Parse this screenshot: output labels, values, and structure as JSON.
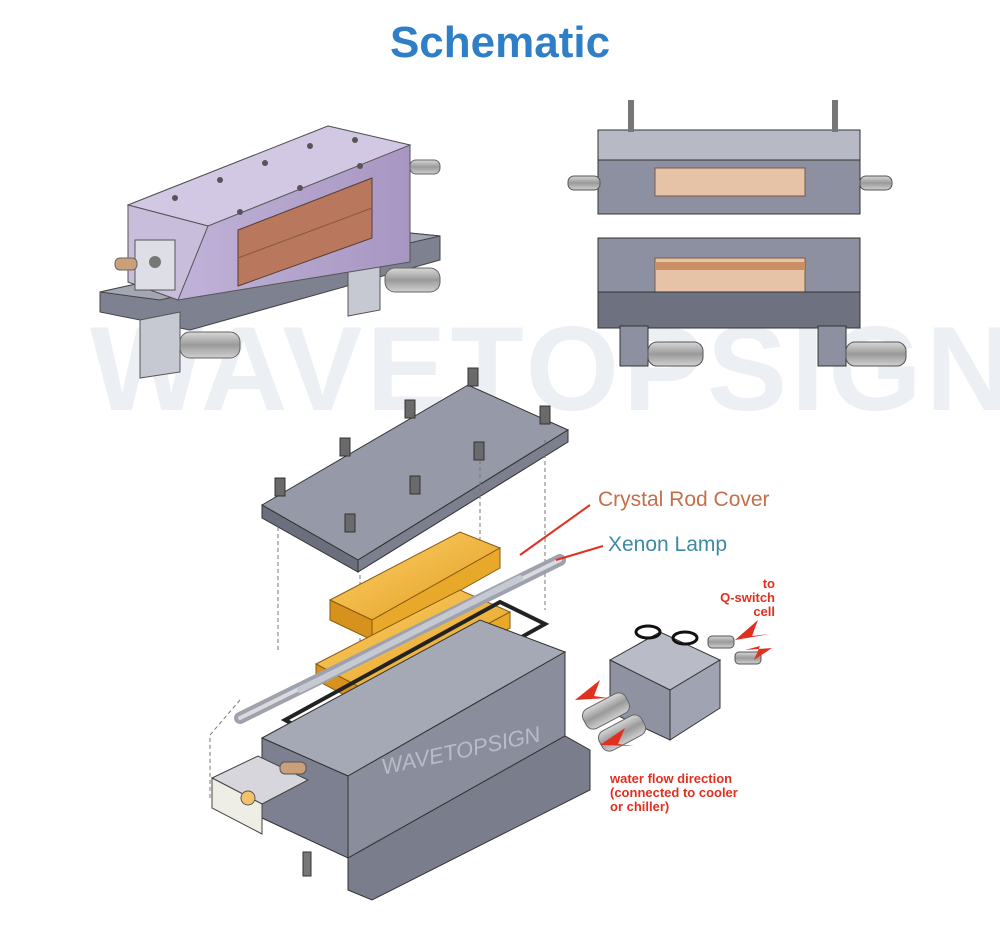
{
  "title": "Schematic",
  "watermark": "WAVETOPSIGN",
  "labels": {
    "crystal_rod_cover": "Crystal Rod Cover",
    "xenon_lamp": "Xenon Lamp",
    "q_switch": [
      "to",
      "Q-switch",
      "cell"
    ],
    "water_flow": [
      "water flow direction",
      "(connected to cooler",
      "or chiller)"
    ],
    "body_brand": "WAVETOPSIGN"
  },
  "colors": {
    "title": "#2f7fc8",
    "annotation_red": "#e03020",
    "rod_label": "#c4704a",
    "lamp_label": "#3d8aa6",
    "housing_lavender": "#b3a4cc",
    "steel": "#8a8d9c",
    "brass": "#f0b537"
  }
}
